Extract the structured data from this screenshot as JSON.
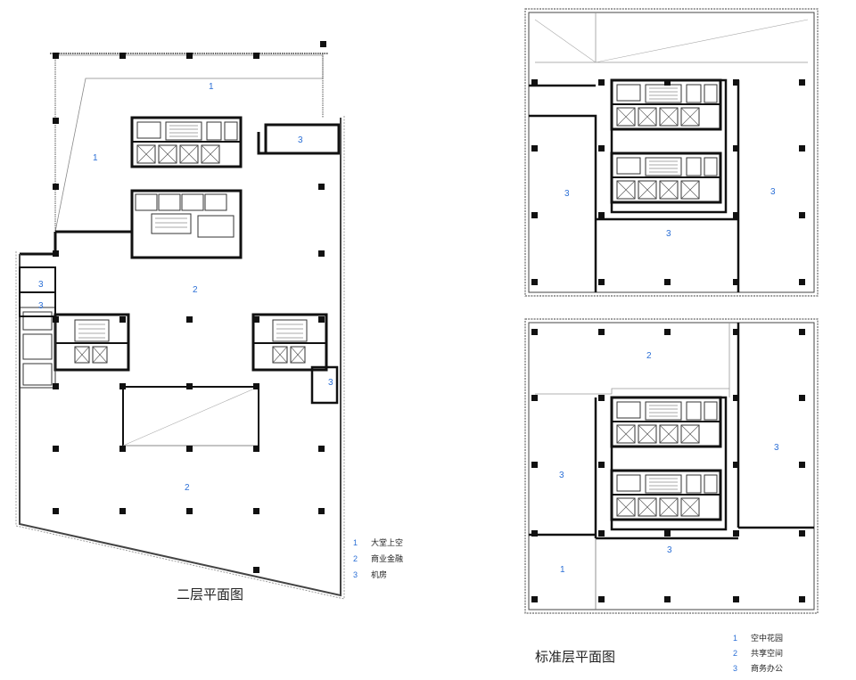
{
  "plans": {
    "second_floor": {
      "title": "二层平面图",
      "labels": [
        "1",
        "1",
        "3",
        "3",
        "3",
        "2",
        "3",
        "2"
      ],
      "legend": [
        {
          "num": "1",
          "text": "大堂上空"
        },
        {
          "num": "2",
          "text": "商业金融"
        },
        {
          "num": "3",
          "text": "机房"
        }
      ]
    },
    "standard_floor": {
      "title": "标准层平面图",
      "upper_labels": [
        "3",
        "3",
        "3"
      ],
      "lower_labels": [
        "2",
        "3",
        "3",
        "3",
        "1"
      ],
      "legend": [
        {
          "num": "1",
          "text": "空中花园"
        },
        {
          "num": "2",
          "text": "共享空间"
        },
        {
          "num": "3",
          "text": "商务办公"
        }
      ]
    }
  },
  "colors": {
    "label": "#2b6fd6",
    "wall": "#111111",
    "thin": "#777777"
  }
}
